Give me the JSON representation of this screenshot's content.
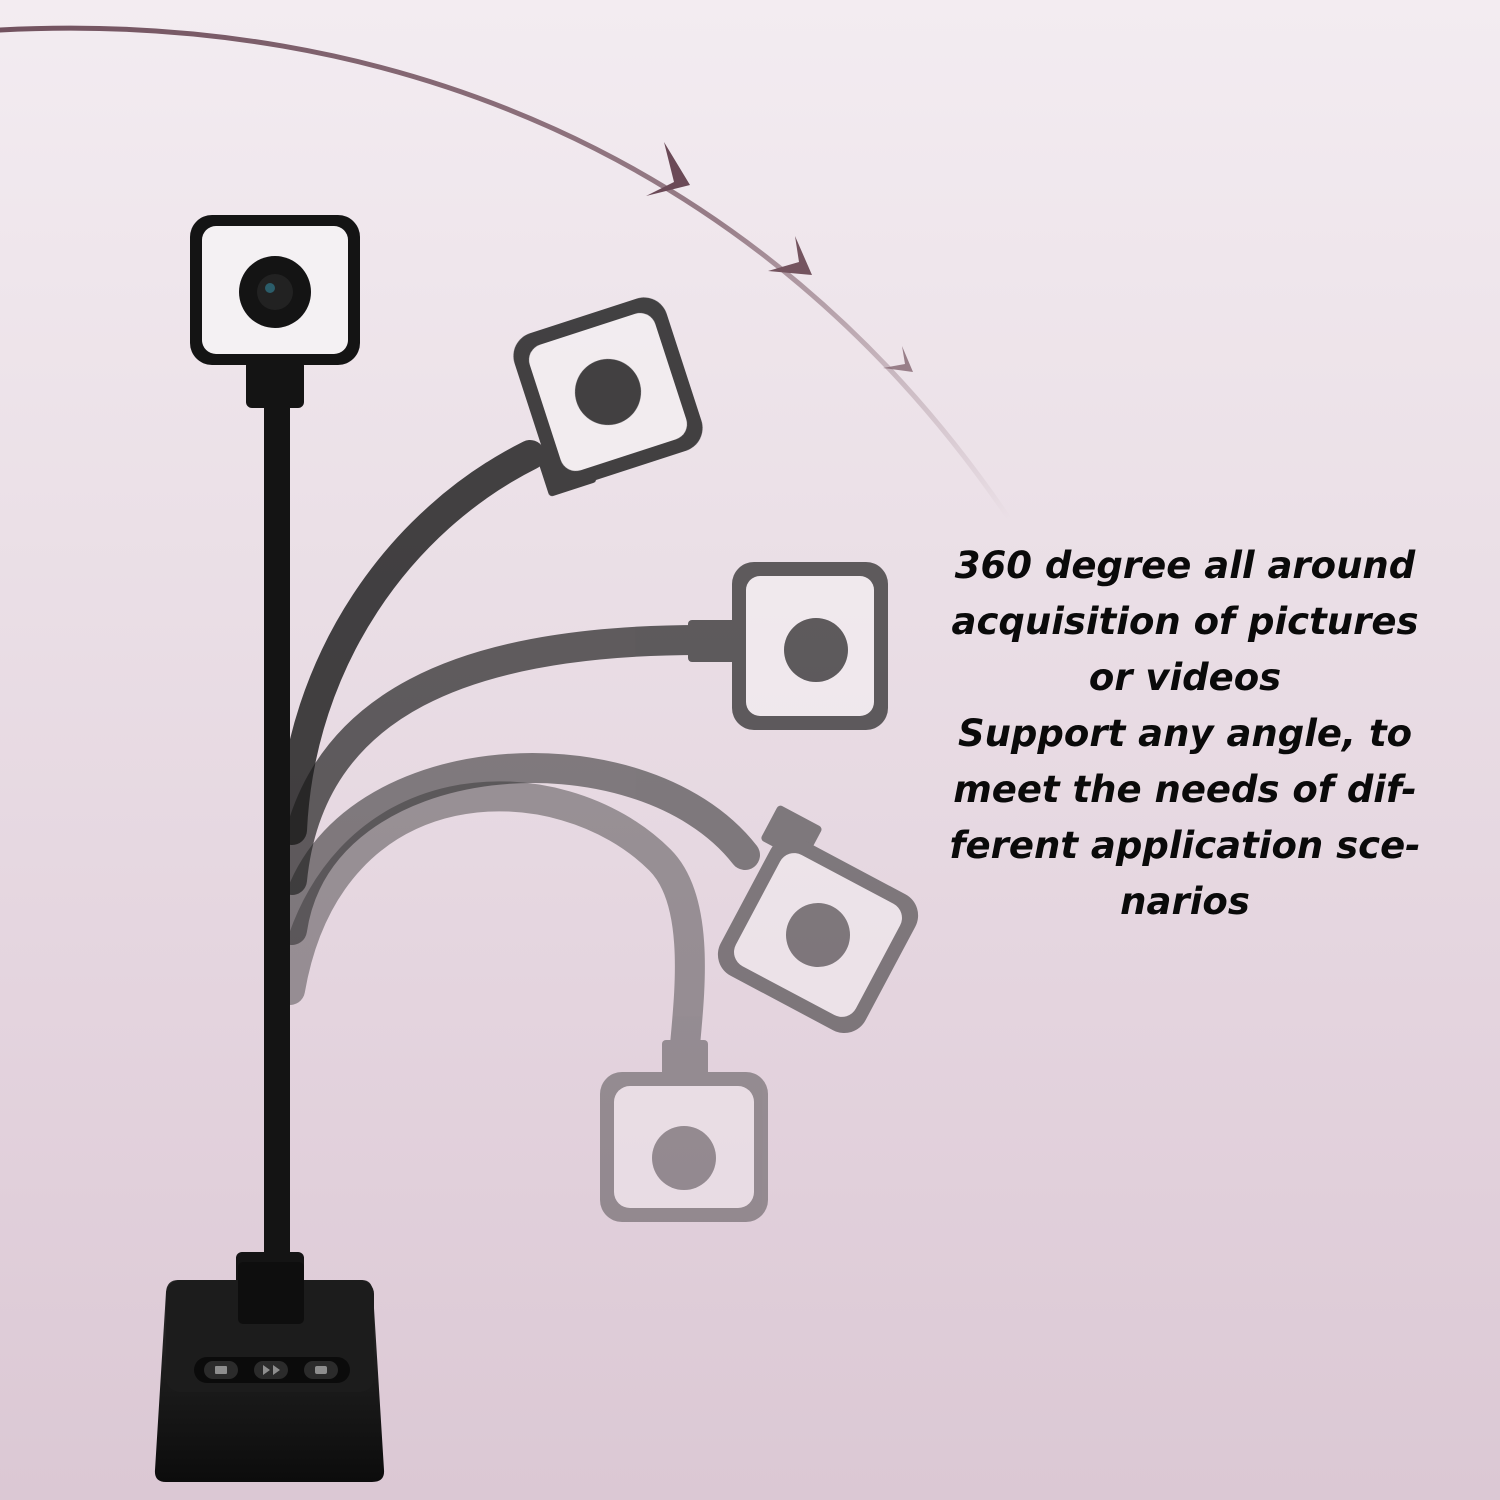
{
  "caption": {
    "lines": [
      "360 degree all around",
      "acquisition of pictures",
      "or videos",
      "Support any angle, to",
      "meet the needs of dif-",
      "ferent application sce-",
      "narios"
    ]
  },
  "colors": {
    "background_top": "#f3ecf1",
    "background_bottom": "#dbc8d4",
    "device_black": "#141414",
    "camera_face": "#f2eef1",
    "arc_arrow": "#7a5a66",
    "caption_text": "#0a0a0a"
  },
  "icons": {
    "base_buttons": [
      "prev-icon",
      "play-pause-icon",
      "stop-icon"
    ],
    "motion_arc": "curved-arrow-icon"
  }
}
